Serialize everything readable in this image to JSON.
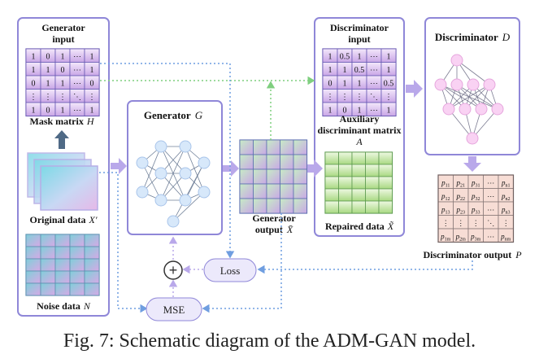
{
  "colors": {
    "panel_border": "#8f87d8",
    "matrix_purple": "#c9a6e6",
    "matrix_green": "#c8e7a6",
    "node_blue": "#cfe3f8",
    "node_pink": "#f6c7ef",
    "arrow_purple": "#b9a8ea",
    "dotted_blue": "#6f9ee0",
    "dotted_green": "#7fcf7f",
    "prob_fill": "#f7ddd5"
  },
  "generator_input": {
    "title_line1": "Generator",
    "title_line2": "input",
    "mask_rows": [
      [
        "1",
        "0",
        "1",
        "⋯",
        "1"
      ],
      [
        "1",
        "1",
        "0",
        "⋯",
        "1"
      ],
      [
        "0",
        "1",
        "1",
        "⋯",
        "0"
      ],
      [
        "⋮",
        "⋮",
        "⋮",
        "⋱",
        "⋮"
      ],
      [
        "1",
        "0",
        "1",
        "⋯",
        "1"
      ]
    ],
    "mask_label": "Mask matrix",
    "mask_symbol": "H",
    "original_label": "Original data",
    "original_symbol": "X′",
    "noise_label": "Noise data",
    "noise_symbol": "N"
  },
  "generator": {
    "label": "Generator",
    "symbol": "G"
  },
  "generator_output": {
    "label_line1": "Generator",
    "label_line2": "output",
    "symbol": "X̄"
  },
  "discriminator_input": {
    "title_line1": "Discriminator",
    "title_line2": "input",
    "aux_rows": [
      [
        "1",
        "0.5",
        "1",
        "⋯",
        "1"
      ],
      [
        "1",
        "1",
        "0.5",
        "⋯",
        "1"
      ],
      [
        "0",
        "1",
        "1",
        "⋯",
        "0.5"
      ],
      [
        "⋮",
        "⋮",
        "⋮",
        "⋱",
        "⋮"
      ],
      [
        "1",
        "0",
        "1",
        "⋯",
        "1"
      ]
    ],
    "aux_label_line1": "Auxiliary",
    "aux_label_line2": "discriminant matrix",
    "aux_symbol": "A",
    "repaired_label": "Repaired data",
    "repaired_symbol": "X̃"
  },
  "discriminator": {
    "label": "Discriminator",
    "symbol": "D"
  },
  "discriminator_output": {
    "rows": [
      [
        "p11",
        "p21",
        "p31",
        "⋯",
        "pn1"
      ],
      [
        "p12",
        "p22",
        "p32",
        "⋯",
        "pn2"
      ],
      [
        "p13",
        "p23",
        "p33",
        "⋯",
        "pn3"
      ],
      [
        "⋮",
        "⋮",
        "⋮",
        "⋱",
        "⋮"
      ],
      [
        "p1m",
        "p2m",
        "p3m",
        "⋯",
        "pnm"
      ]
    ],
    "label": "Discriminator output",
    "symbol": "P"
  },
  "loss": {
    "label": "Loss"
  },
  "mse": {
    "label": "MSE"
  },
  "adder": {
    "symbol": "+"
  },
  "caption": "Fig. 7: Schematic diagram of the ADM-GAN model."
}
